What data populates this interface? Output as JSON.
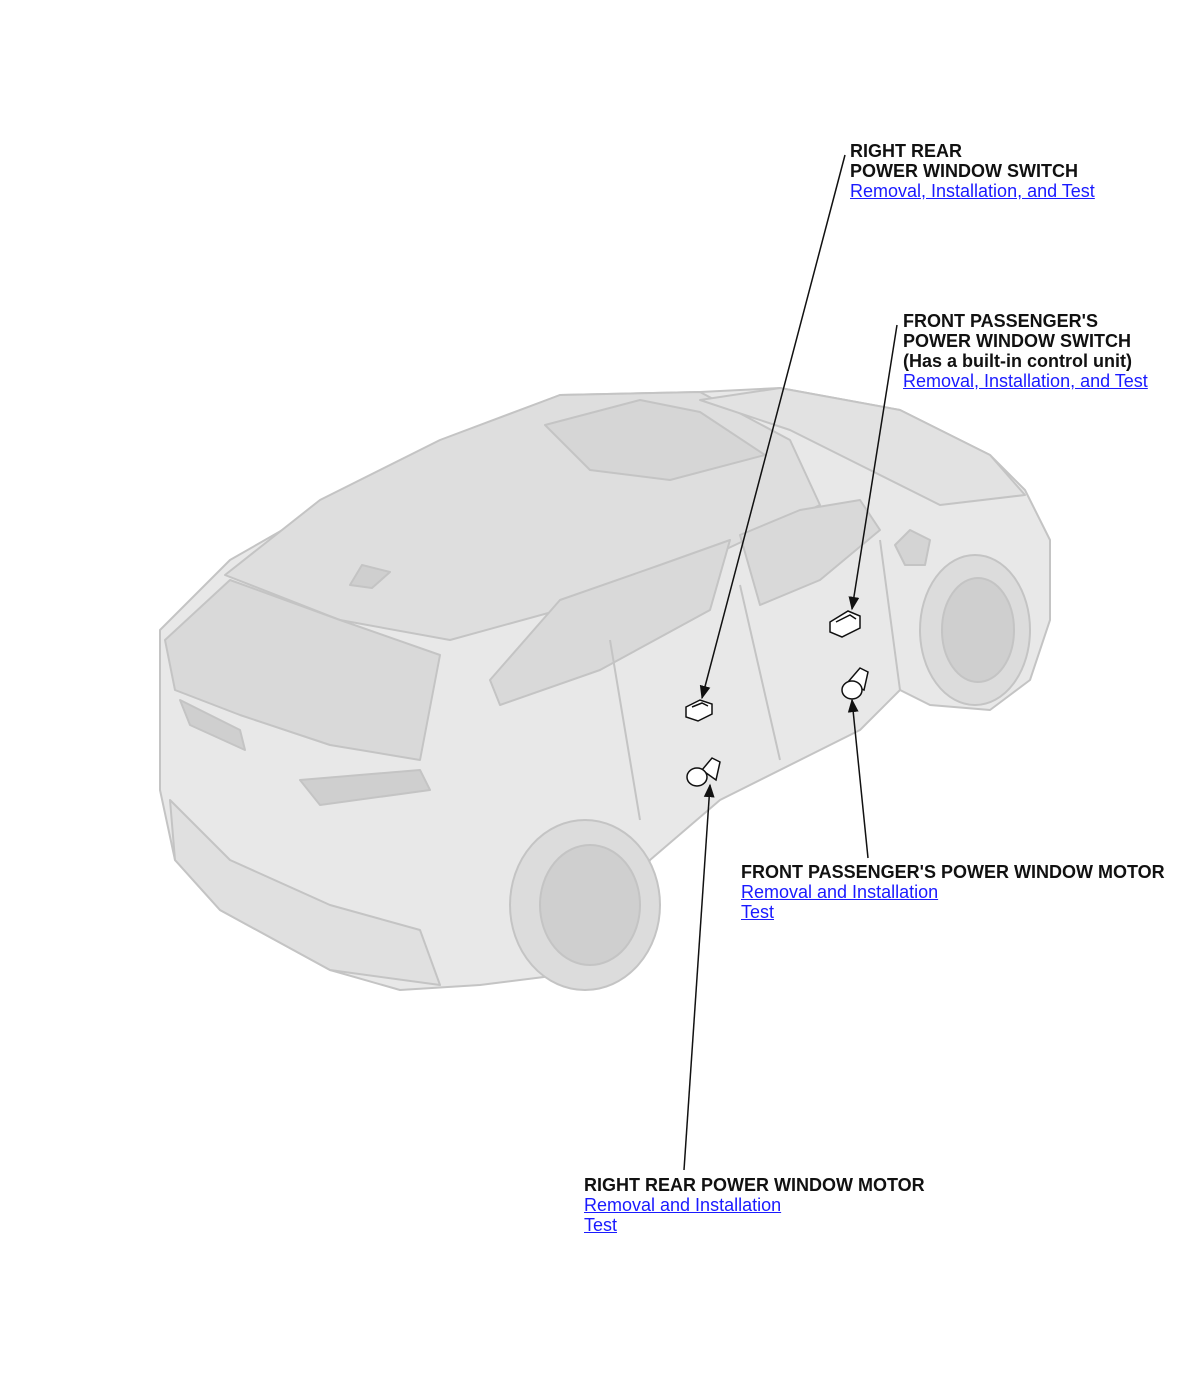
{
  "callouts": {
    "rr_switch": {
      "lines": [
        "RIGHT REAR",
        "POWER WINDOW SWITCH"
      ],
      "links": [
        "Removal, Installation, and Test"
      ]
    },
    "fp_switch": {
      "lines": [
        "FRONT PASSENGER'S",
        "POWER WINDOW SWITCH",
        "(Has a built-in control unit)"
      ],
      "links": [
        "Removal, Installation, and Test"
      ]
    },
    "fp_motor": {
      "lines": [
        "FRONT PASSENGER'S POWER WINDOW MOTOR"
      ],
      "links": [
        "Removal and Installation",
        "Test"
      ]
    },
    "rr_motor": {
      "lines": [
        "RIGHT REAR POWER WINDOW MOTOR"
      ],
      "links": [
        "Removal and Installation",
        "Test"
      ]
    }
  },
  "colors": {
    "link": "#1a1aff",
    "text": "#111111",
    "vehicle_fill": "#e6e6e6",
    "vehicle_edge": "#c4c4c4"
  }
}
